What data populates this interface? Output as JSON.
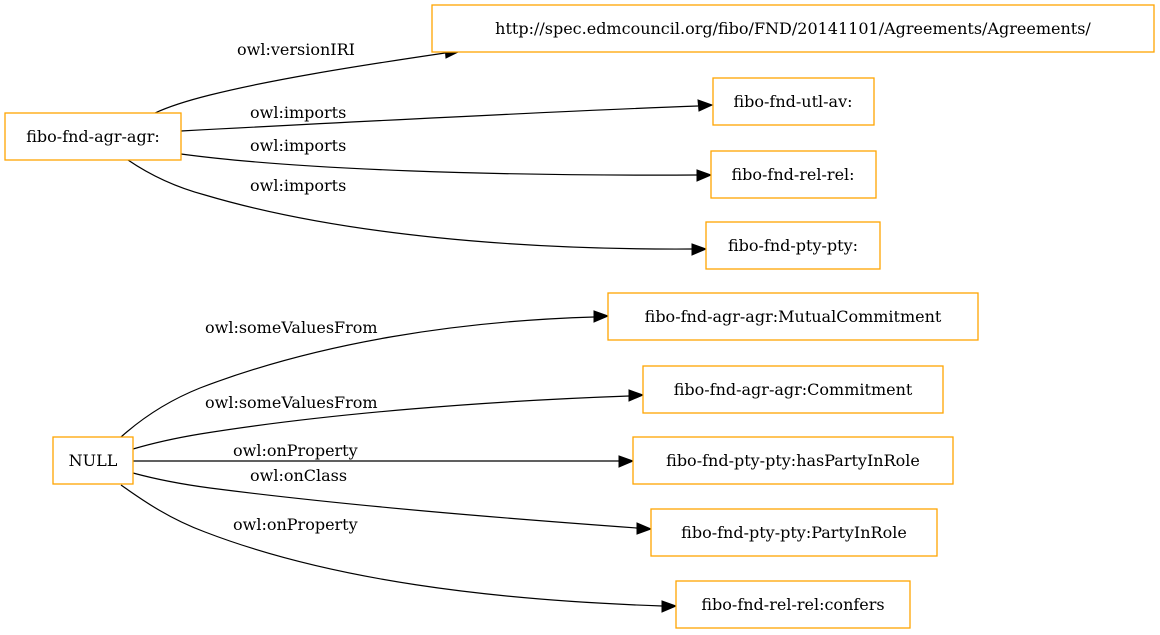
{
  "colors": {
    "node_border": "#ffa500",
    "edge": "#000000",
    "background": "#ffffff"
  },
  "nodes": {
    "agr": "fibo-fnd-agr-agr:",
    "version_iri": "http://spec.edmcouncil.org/fibo/FND/20141101/Agreements/Agreements/",
    "utl_av": "fibo-fnd-utl-av:",
    "rel_rel": "fibo-fnd-rel-rel:",
    "pty_pty": "fibo-fnd-pty-pty:",
    "null": "NULL",
    "mutual_commitment": "fibo-fnd-agr-agr:MutualCommitment",
    "commitment": "fibo-fnd-agr-agr:Commitment",
    "has_party_in_role": "fibo-fnd-pty-pty:hasPartyInRole",
    "party_in_role": "fibo-fnd-pty-pty:PartyInRole",
    "confers": "fibo-fnd-rel-rel:confers"
  },
  "edges": {
    "version_iri": "owl:versionIRI",
    "imports_utl": "owl:imports",
    "imports_rel": "owl:imports",
    "imports_pty": "owl:imports",
    "svf_mutual": "owl:someValuesFrom",
    "svf_commitment": "owl:someValuesFrom",
    "on_property_has_party": "owl:onProperty",
    "on_class_party_in_role": "owl:onClass",
    "on_property_confers": "owl:onProperty"
  }
}
